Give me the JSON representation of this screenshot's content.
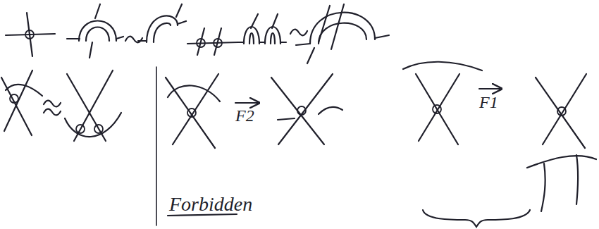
{
  "diagram": {
    "labels": [
      "F2",
      "F1",
      "Forbidden"
    ]
  }
}
